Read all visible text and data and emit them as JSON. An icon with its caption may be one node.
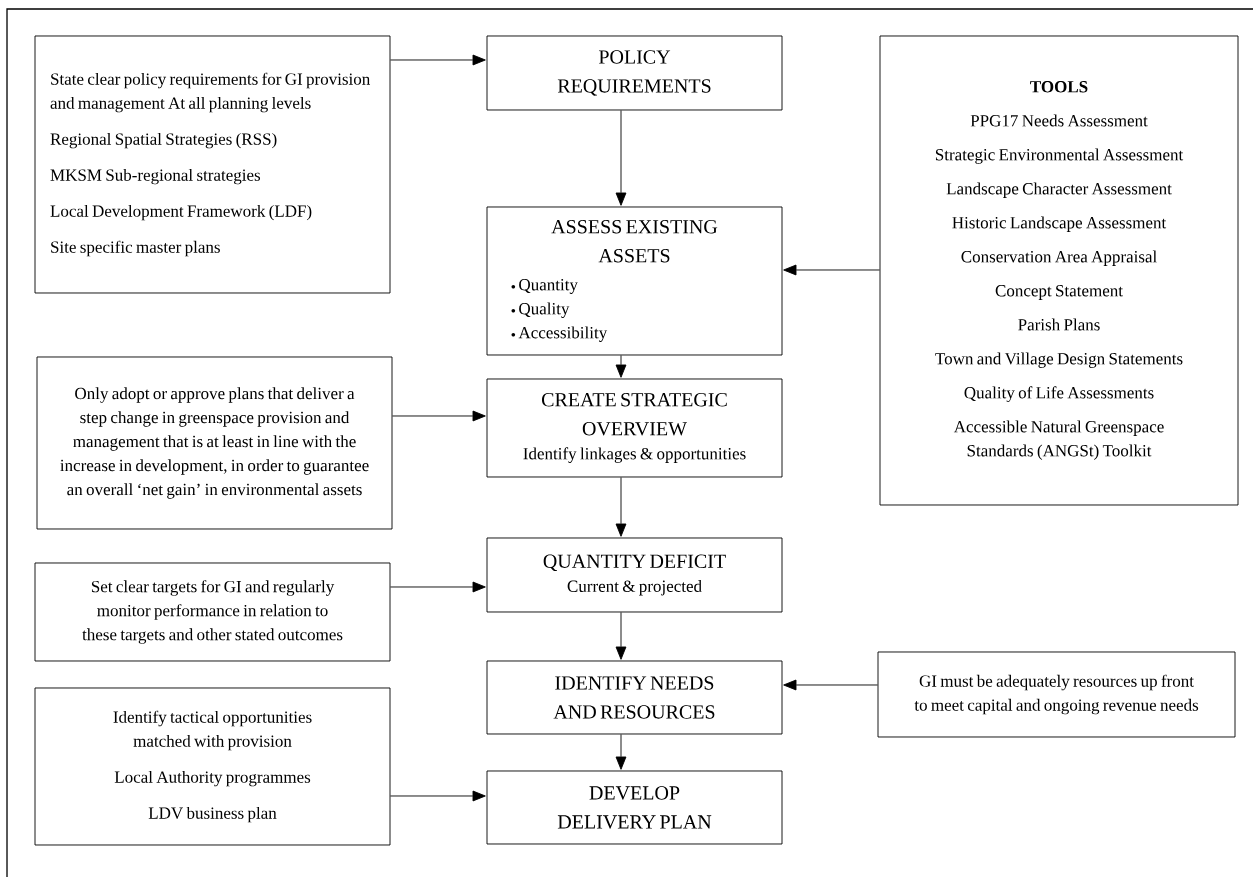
{
  "diagram": {
    "nodes": [
      {
        "text": [
          "State clear policy requirements for GI provision and management At all planning levels",
          "Regional Spatial Strategies (RSS)",
          "MKSM Sub-regional strategies",
          "Local Development Framework (LDF)",
          "Site specific master plans"
        ]
      },
      {
        "text": [
          "POLICY REQUIREMENTS"
        ]
      },
      {
        "text": [
          "ASSESS EXISTING ASSETS",
          "Quantity",
          "Quality",
          "Accessibility"
        ]
      },
      {
        "text": [
          "TOOLS",
          "PPG17 Needs Assessment",
          "Strategic Environmental Assessment",
          "Landscape Character Assessment",
          "Historic Landscape Assessment",
          "Conservation Area Appraisal",
          "Concept Statement",
          "Parish Plans",
          "Town and Village Design Statements",
          "Quality of Life Assessments",
          "Accessible Natural Greenspace Standards (ANGSt) Toolkit"
        ]
      },
      {
        "text": [
          "Only adopt or approve plans that deliver a step change in greenspace provision and management that is at least in line with the increase in development, in order to guarantee an overall ‘net gain’ in environmental assets"
        ]
      },
      {
        "text": [
          "CREATE STRATEGIC OVERVIEW",
          "Identify linkages & opportunities"
        ]
      },
      {
        "text": [
          "Set clear targets for GI and regularly monitor performance in relation to these targets and other stated outcomes"
        ]
      },
      {
        "text": [
          "QUANTITY DEFICIT",
          "Current & projected"
        ]
      },
      {
        "text": [
          "GI must be adequately resources up front to meet capital and ongoing revenue needs"
        ]
      },
      {
        "text": [
          "IDENTIFY NEEDS AND RESOURCES"
        ]
      },
      {
        "text": [
          "Identify tactical opportunities matched with provision",
          "Local Authority programmes",
          "LDV business plan"
        ]
      },
      {
        "text": [
          "DEVELOP DELIVERY PLAN"
        ]
      }
    ],
    "edges": [
      {
        "from": 0,
        "to": 1,
        "arrow": "to"
      },
      {
        "from": 1,
        "to": 2,
        "arrow": "to"
      },
      {
        "from": 3,
        "to": 2,
        "arrow": "to"
      },
      {
        "from": 2,
        "to": 5,
        "arrow": "to"
      },
      {
        "from": 4,
        "to": 5,
        "arrow": "to"
      },
      {
        "from": 5,
        "to": 7,
        "arrow": "to"
      },
      {
        "from": 6,
        "to": 7,
        "arrow": "to"
      },
      {
        "from": 7,
        "to": 9,
        "arrow": "to"
      },
      {
        "from": 8,
        "to": 9,
        "arrow": "to"
      },
      {
        "from": 9,
        "to": 11,
        "arrow": "to"
      },
      {
        "from": 10,
        "to": 11,
        "arrow": "to"
      }
    ]
  }
}
